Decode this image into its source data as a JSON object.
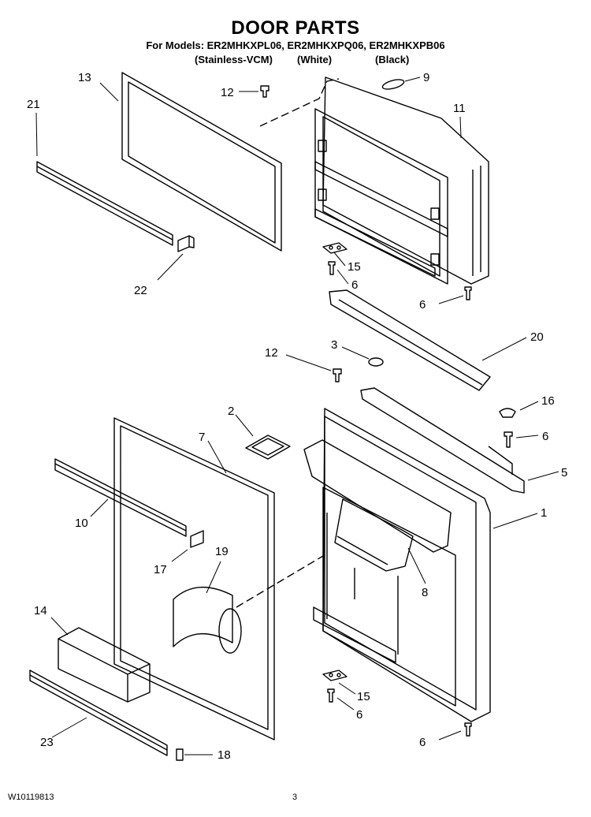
{
  "title": "DOOR PARTS",
  "models_line": "For Models: ER2MHKXPL06, ER2MHKXPQ06, ER2MHKXPB06",
  "variants": [
    "(Stainless-VCM)",
    "(White)",
    "(Black)"
  ],
  "callouts": [
    "13",
    "12",
    "9",
    "21",
    "11",
    "22",
    "15",
    "6",
    "6",
    "20",
    "12",
    "3",
    "16",
    "2",
    "7",
    "6",
    "5",
    "1",
    "10",
    "17",
    "19",
    "8",
    "14",
    "15",
    "6",
    "23",
    "6",
    "18"
  ],
  "footer": {
    "doc_number": "W10119813",
    "page": "3"
  }
}
